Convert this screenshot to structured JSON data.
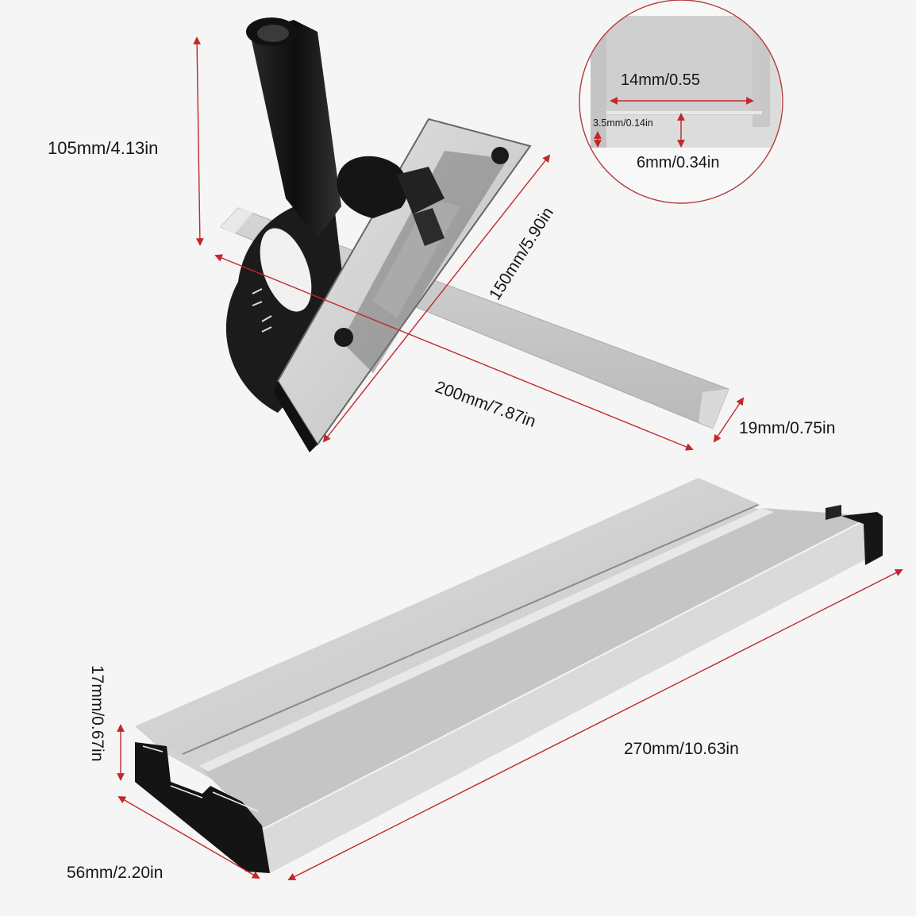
{
  "product": {
    "name": "Miter gauge with aluminum fence",
    "colors": {
      "background": "#f5f5f5",
      "dimension_line": "#c0282b",
      "aluminum": "#c9c9c9",
      "black_part": "#141414",
      "text": "#161616"
    }
  },
  "top_view": {
    "height_label": "105mm/4.13in",
    "fence_length_label": "150mm/5.90in",
    "bar_length_label": "200mm/7.87in",
    "bar_width_label": "19mm/0.75in"
  },
  "detail_inset": {
    "slot_width_label": "14mm/0.55",
    "lip_height_label": "3.5mm/0.14in",
    "depth_label": "6mm/0.34in"
  },
  "bottom_view": {
    "height_label": "17mm/0.67in",
    "width_label": "56mm/2.20in",
    "length_label": "270mm/10.63in"
  }
}
